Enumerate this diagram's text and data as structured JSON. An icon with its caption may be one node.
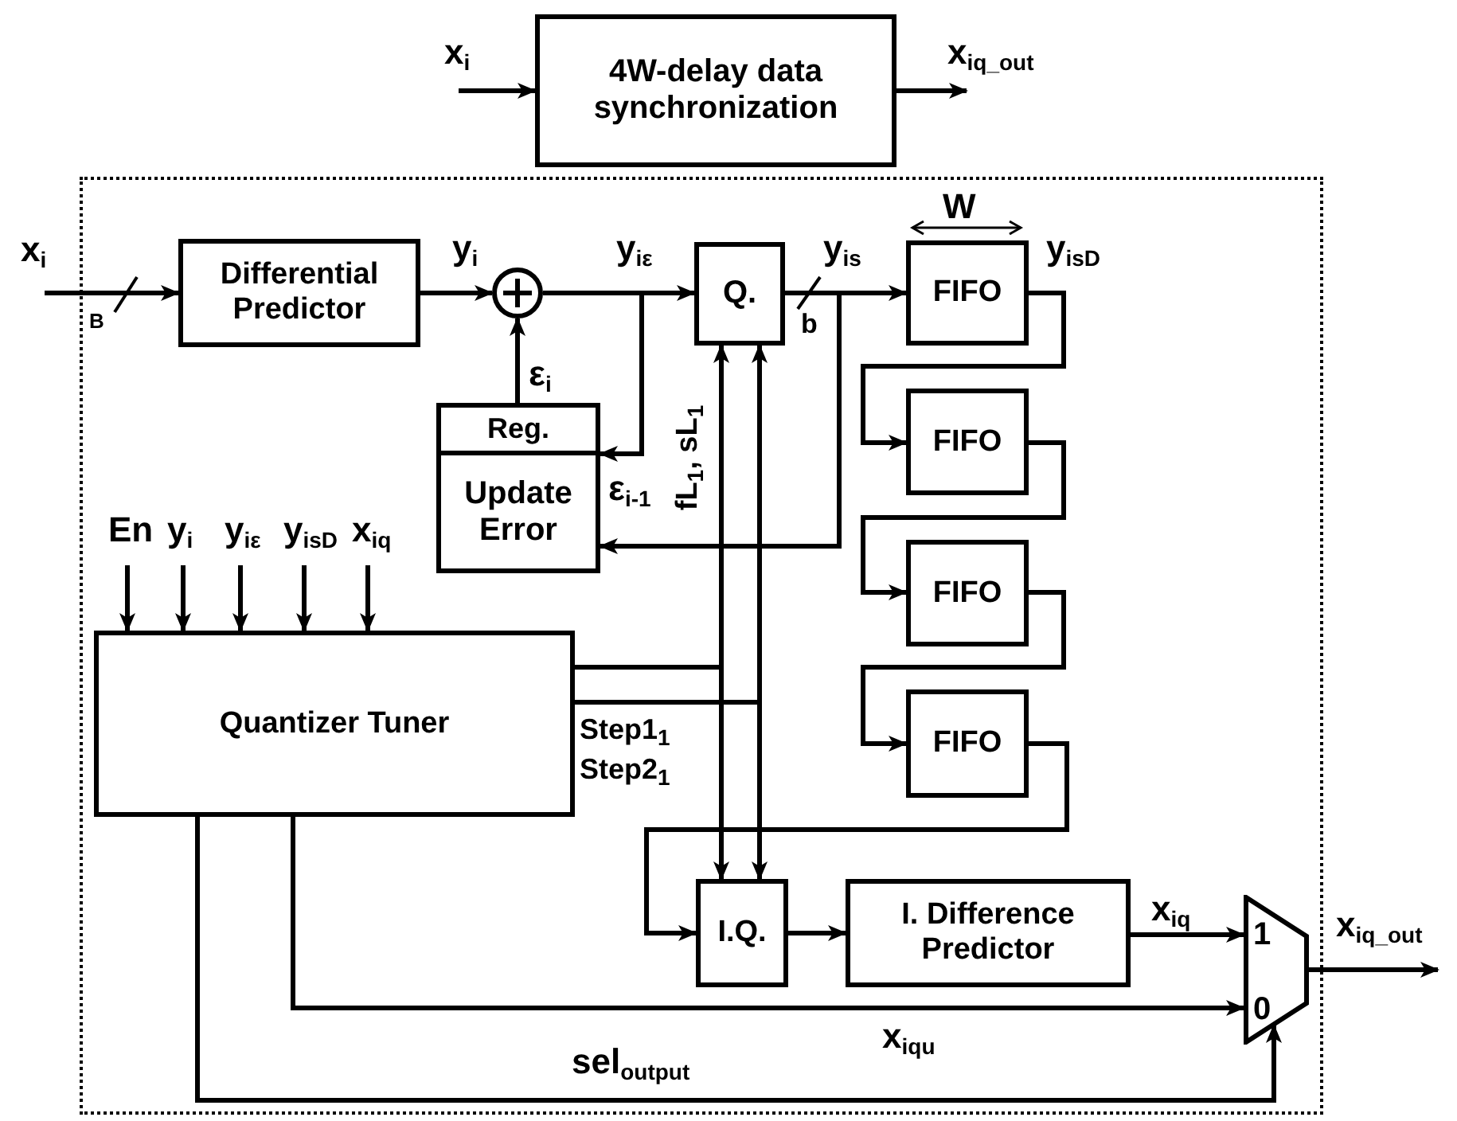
{
  "diagram": {
    "nodes": [
      {
        "text": [
          "4W-delay data synchronization"
        ]
      },
      {
        "text": [],
        "shape": "box"
      },
      {
        "text": [
          "Differential Predictor"
        ],
        "in": 1
      },
      {
        "text": [],
        "shape": "circle",
        "in": 1
      },
      {
        "text": [
          "Q."
        ],
        "in": 1
      },
      {
        "text": [
          "Reg.",
          "Update Error"
        ],
        "in": 1
      },
      {
        "text": [
          "FIFO"
        ],
        "in": 1
      },
      {
        "text": [
          "FIFO"
        ],
        "in": 1
      },
      {
        "text": [
          "FIFO"
        ],
        "in": 1
      },
      {
        "text": [
          "FIFO"
        ],
        "in": 1
      },
      {
        "text": [
          "Quantizer Tuner"
        ],
        "in": 1
      },
      {
        "text": [
          "I.Q."
        ],
        "in": 1
      },
      {
        "text": [
          "I. Difference Predictor"
        ],
        "in": 1
      },
      {
        "text": [
          "1",
          "0"
        ],
        "in": 1
      }
    ],
    "edges": [
      {
        "from": null,
        "to": 0,
        "arrow": "to",
        "label": "x$_{i}$"
      },
      {
        "from": 0,
        "to": null,
        "arrow": "to",
        "label": "x$_{iq_out}$"
      },
      {
        "from": null,
        "to": 2,
        "arrow": "to",
        "label": "x$_{i}$"
      },
      {
        "from": 2,
        "to": 3,
        "arrow": "to",
        "label": "y$_{i}$"
      },
      {
        "from": 3,
        "to": 4,
        "arrow": "to",
        "label": "y$_{iε}$"
      },
      {
        "from": 5,
        "to": 3,
        "arrow": "to",
        "label": "ε$_{i}$"
      },
      {
        "from": 4,
        "to": 6,
        "arrow": "to",
        "label": "y$_{is}$"
      },
      {
        "from": 3,
        "to": 5,
        "arrow": "to",
        "label": "ε$_{i-1}$"
      },
      {
        "from": 4,
        "to": 5,
        "arrow": "to"
      },
      {
        "from": 6,
        "to": 7,
        "arrow": "to",
        "label": "y$_{isD}$"
      },
      {
        "from": 7,
        "to": 8,
        "arrow": "to"
      },
      {
        "from": 8,
        "to": 9,
        "arrow": "to"
      },
      {
        "from": 9,
        "to": 11,
        "arrow": "to"
      },
      {
        "from": 10,
        "to": 4,
        "arrow": "to"
      },
      {
        "from": 10,
        "to": 4,
        "arrow": "to"
      },
      {
        "from": 10,
        "to": 11,
        "arrow": "to"
      },
      {
        "from": 10,
        "to": 11,
        "arrow": "to"
      },
      {
        "from": 11,
        "to": 12,
        "arrow": "to"
      },
      {
        "from": 12,
        "to": 13,
        "arrow": "to",
        "label": "x$_{iq}$"
      },
      {
        "from": 10,
        "to": 13,
        "arrow": "to",
        "label": "x$_{iqu}$"
      },
      {
        "from": 10,
        "to": 13,
        "arrow": "to",
        "label": "sel$_{output}$"
      },
      {
        "from": 13,
        "to": null,
        "arrow": "to",
        "label": "x$_{iq_out}$"
      },
      {
        "from": null,
        "to": 10,
        "arrow": "to",
        "label": "En"
      },
      {
        "from": null,
        "to": 10,
        "arrow": "to",
        "label": "y$_{i}$"
      },
      {
        "from": null,
        "to": 10,
        "arrow": "to",
        "label": "y$_{iε}$"
      },
      {
        "from": null,
        "to": 10,
        "arrow": "to",
        "label": "y$_{isD}$"
      },
      {
        "from": null,
        "to": 10,
        "arrow": "to",
        "label": "x$_{iq}$"
      }
    ],
    "labels": [
      "W",
      "B",
      "b",
      "fL$_{1}$, sL$_{1}$",
      "Step1$_{1}$",
      "Step2$_{1}$"
    ]
  }
}
